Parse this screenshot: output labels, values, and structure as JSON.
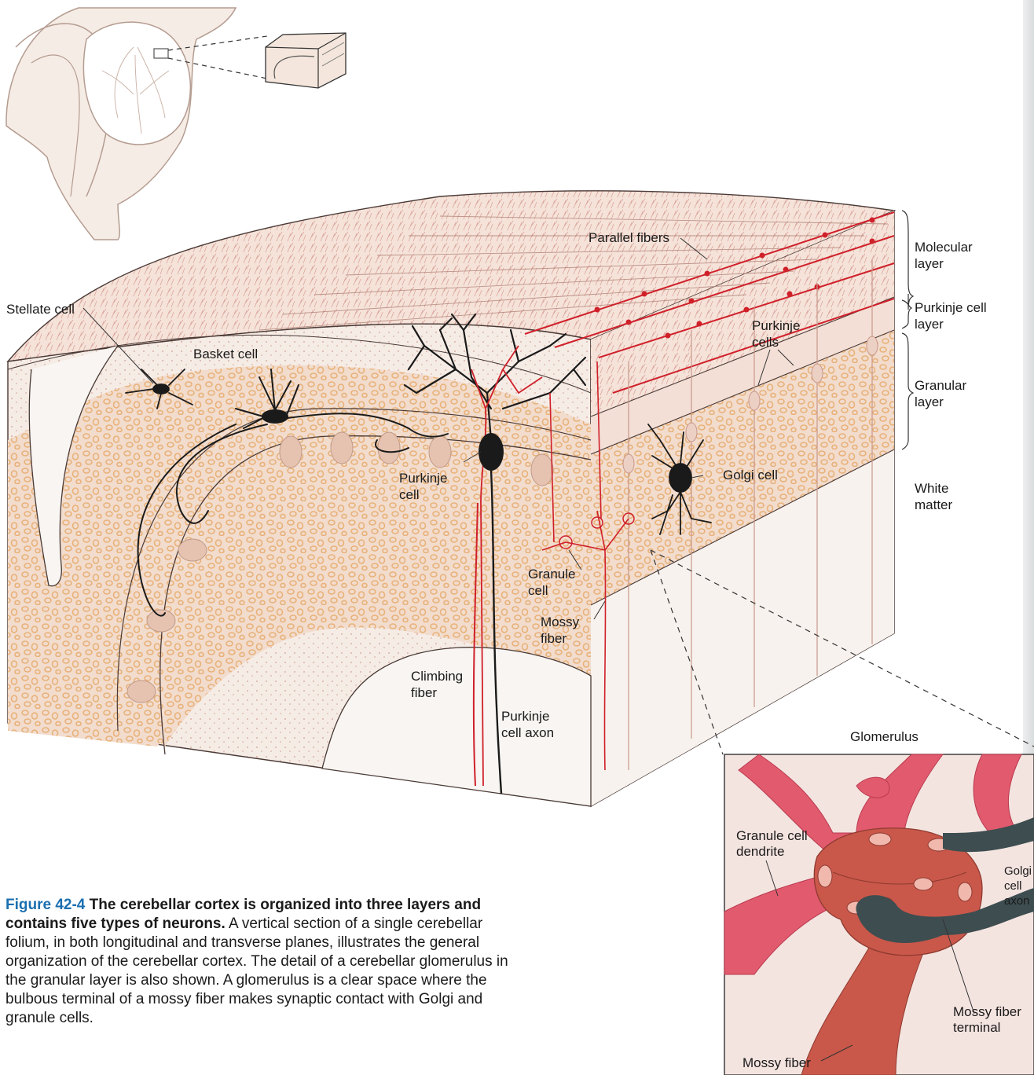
{
  "labels": {
    "stellate_cell": "Stellate cell",
    "basket_cell": "Basket cell",
    "parallel_fibers": "Parallel fibers",
    "purkinje_cells_1": "Purkinje",
    "purkinje_cells_2": "cells",
    "purkinje_cell_1": "Purkinje",
    "purkinje_cell_2": "cell",
    "golgi_cell": "Golgi cell",
    "granule_cell_1": "Granule",
    "granule_cell_2": "cell",
    "mossy_fiber_1": "Mossy",
    "mossy_fiber_2": "fiber",
    "climbing_fiber_1": "Climbing",
    "climbing_fiber_2": "fiber",
    "purkinje_axon_1": "Purkinje",
    "purkinje_axon_2": "cell axon"
  },
  "layers": {
    "molecular_1": "Molecular",
    "molecular_2": "layer",
    "purkinje_1": "Purkinje cell",
    "purkinje_2": "layer",
    "granular_1": "Granular",
    "granular_2": "layer",
    "white_1": "White",
    "white_2": "matter"
  },
  "inset": {
    "title": "Glomerulus",
    "granule_dendrite_1": "Granule cell",
    "granule_dendrite_2": "dendrite",
    "golgi_axon_1": "Golgi",
    "golgi_axon_2": "cell",
    "golgi_axon_3": "axon",
    "mossy_terminal_1": "Mossy fiber",
    "mossy_terminal_2": "terminal",
    "mossy_fiber": "Mossy fiber"
  },
  "caption": {
    "fig_num": "Figure 42-4",
    "headline": "The cerebellar cortex is organized into three layers and contains five types of neurons.",
    "body": "A vertical section of a single cerebellar folium, in both longitudinal and transverse planes, illustrates the general organization of the cerebellar cortex. The detail of a cerebellar glomerulus in the granular layer is also shown. A glomerulus is a clear space where the bulbous terminal of a mossy fiber makes synaptic contact with Golgi and granule cells."
  },
  "colors": {
    "tissue": "#f4e6dc",
    "molecular": "#f3dcd2",
    "granular": "#f2d8c8",
    "granule_dot": "#f0c79a",
    "white_matter": "#f7f1ec",
    "red_fiber": "#d0202a",
    "dark_neuron": "#1a1a1a",
    "dendrite_pink": "#e25a6e",
    "terminal": "#c9584a",
    "golgi_axon_gray": "#3d4d50",
    "caption_blue": "#1a6fb0"
  }
}
